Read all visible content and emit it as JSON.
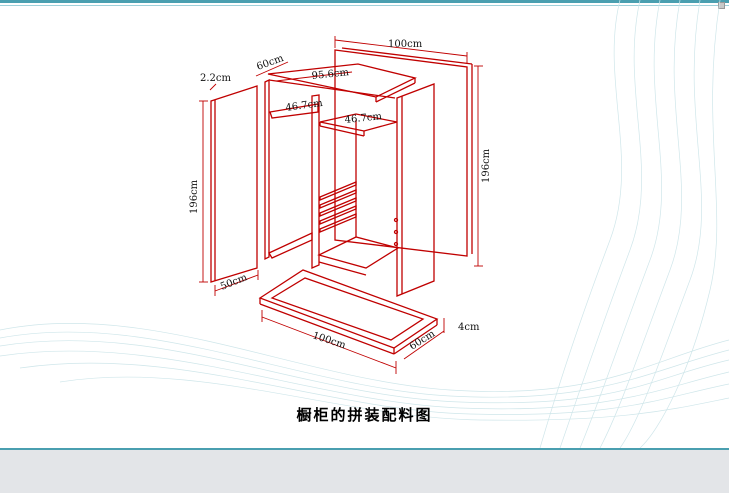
{
  "caption": "橱柜的拼装配料图",
  "dimensions": {
    "top_width": "100cm",
    "top_depth": "60cm",
    "top_panel_width": "95.6cm",
    "shelf_left": "46.7cm",
    "shelf_right": "46.7cm",
    "panel_thickness": "2.2cm",
    "left_height": "196cm",
    "right_height": "196cm",
    "side_depth": "50cm",
    "base_width": "100cm",
    "base_depth": "60cm",
    "base_thickness": "4cm"
  },
  "colors": {
    "line": "#c00000",
    "accent": "#4a9fb0",
    "footer": "#e3e5e8"
  }
}
